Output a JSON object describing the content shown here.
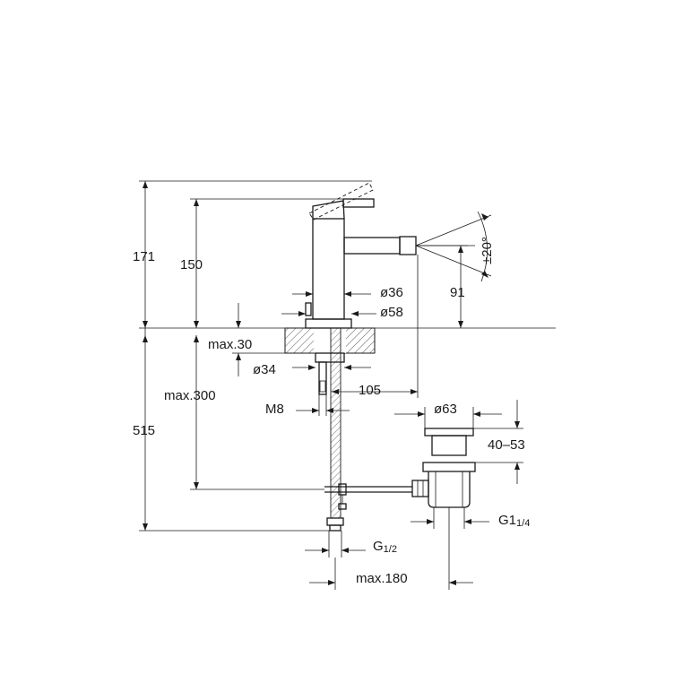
{
  "labels": {
    "h171": "171",
    "h150": "150",
    "angle": "±20°",
    "h91": "91",
    "d36": "ø36",
    "d58": "ø58",
    "max30": "max.30",
    "d34": "ø34",
    "max300": "max.300",
    "h105": "105",
    "h515": "515",
    "m8": "M8",
    "d63": "ø63",
    "r4053": "40–53",
    "g114_main": "G1",
    "g114_frac": "1/4",
    "g12_main": "G",
    "g12_frac": "1/2",
    "max180": "max.180"
  }
}
